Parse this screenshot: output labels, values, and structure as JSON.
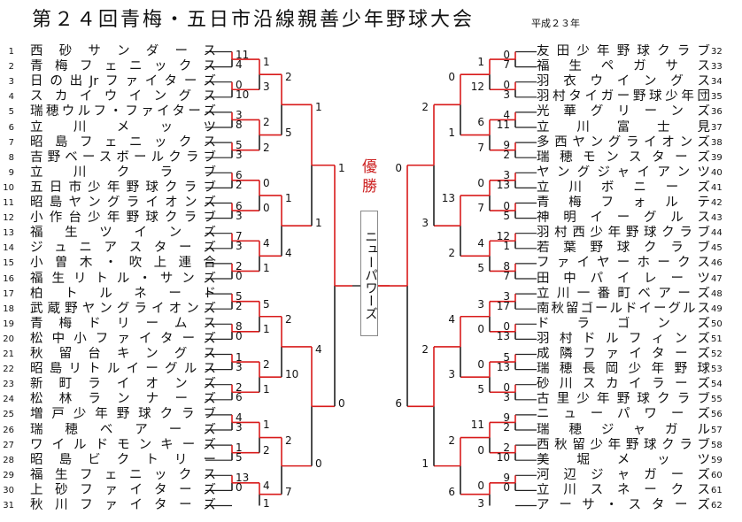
{
  "header": {
    "title": "第２４回青梅・五日市沿線親善少年野球大会",
    "year": "平成２３年"
  },
  "final": {
    "winner_label": "優勝",
    "champion": "ニューパワーズ"
  },
  "left_teams": [
    {
      "no": "1",
      "name": "西砂サンダース"
    },
    {
      "no": "2",
      "name": "青梅フェニックス"
    },
    {
      "no": "3",
      "name": "日の出Jrファイターズ"
    },
    {
      "no": "4",
      "name": "スカイウイングス"
    },
    {
      "no": "5",
      "name": "瑞穂ウルフ・ファイターズ"
    },
    {
      "no": "6",
      "name": "立川メッツ"
    },
    {
      "no": "7",
      "name": "昭島フェニックス"
    },
    {
      "no": "8",
      "name": "吉野ベースボールクラブ"
    },
    {
      "no": "9",
      "name": "立川クラブ"
    },
    {
      "no": "10",
      "name": "五日市少年野球クラブ"
    },
    {
      "no": "11",
      "name": "昭島ヤングライオンズ"
    },
    {
      "no": "12",
      "name": "小作台少年野球クラブ"
    },
    {
      "no": "13",
      "name": "福生ツインズ"
    },
    {
      "no": "14",
      "name": "ジュニアスターズ"
    },
    {
      "no": "15",
      "name": "小曽木・吹上連合"
    },
    {
      "no": "16",
      "name": "福生リトル・サンズ"
    },
    {
      "no": "17",
      "name": "柏トルネード"
    },
    {
      "no": "18",
      "name": "武蔵野ヤングライオンズ"
    },
    {
      "no": "19",
      "name": "青梅ドリームス"
    },
    {
      "no": "20",
      "name": "松中小ファイターズ"
    },
    {
      "no": "21",
      "name": "秋留台キングス"
    },
    {
      "no": "22",
      "name": "昭島リトルイーグルス"
    },
    {
      "no": "23",
      "name": "新町ライオンズ"
    },
    {
      "no": "24",
      "name": "松林ランナーズ"
    },
    {
      "no": "25",
      "name": "増戸少年野球クラブ"
    },
    {
      "no": "26",
      "name": "瑞穂ベアーズ"
    },
    {
      "no": "27",
      "name": "ワイルドモンキーズ"
    },
    {
      "no": "28",
      "name": "昭島ビクトリー"
    },
    {
      "no": "29",
      "name": "福生フェニックス"
    },
    {
      "no": "30",
      "name": "上砂ファイターズ"
    },
    {
      "no": "31",
      "name": "秋川ファイターズ"
    }
  ],
  "right_teams": [
    {
      "no": "32",
      "name": "友田少年野球クラブ"
    },
    {
      "no": "33",
      "name": "福生ペガサス"
    },
    {
      "no": "34",
      "name": "羽衣ウイングス"
    },
    {
      "no": "35",
      "name": "羽村タイガー野球少年団"
    },
    {
      "no": "36",
      "name": "光華グリーンズ"
    },
    {
      "no": "37",
      "name": "立川富士見"
    },
    {
      "no": "38",
      "name": "多西ヤングライオンズ"
    },
    {
      "no": "39",
      "name": "瑞穂モンスターズ"
    },
    {
      "no": "40",
      "name": "ヤングジャイアンツ"
    },
    {
      "no": "41",
      "name": "立川ボニーズ"
    },
    {
      "no": "42",
      "name": "青梅フォルテ"
    },
    {
      "no": "43",
      "name": "神明イーグルス"
    },
    {
      "no": "44",
      "name": "羽村西少年野球クラブ"
    },
    {
      "no": "45",
      "name": "若葉野球クラブ"
    },
    {
      "no": "46",
      "name": "ファイヤーホークス"
    },
    {
      "no": "47",
      "name": "田中パイレーツ"
    },
    {
      "no": "48",
      "name": "立川一番町ベアーズ"
    },
    {
      "no": "49",
      "name": "南秋留ゴールドイーグルス"
    },
    {
      "no": "50",
      "name": "ドラゴンズ"
    },
    {
      "no": "51",
      "name": "羽村ドルフィンズ"
    },
    {
      "no": "52",
      "name": "成隣ファイターズ"
    },
    {
      "no": "53",
      "name": "瑞穂長岡少年野球"
    },
    {
      "no": "54",
      "name": "砂川スカイラーズ"
    },
    {
      "no": "55",
      "name": "古里少年野球クラブ"
    },
    {
      "no": "56",
      "name": "ニューパワーズ"
    },
    {
      "no": "57",
      "name": "瑞穂ジャガル"
    },
    {
      "no": "58",
      "name": "西秋留少年野球クラブ"
    },
    {
      "no": "59",
      "name": "美堀メッツ"
    },
    {
      "no": "60",
      "name": "河辺ジャガーズ"
    },
    {
      "no": "61",
      "name": "立川スネークス"
    },
    {
      "no": "62",
      "name": "アーサ・スターズ"
    }
  ],
  "left_scores": {
    "r1": [
      "11",
      "4",
      "0",
      "10",
      "3",
      "8",
      "5",
      "3",
      "6",
      "2",
      "6",
      "3",
      "7",
      "3",
      "2",
      "0",
      "5",
      "2",
      "8",
      "0",
      "1",
      "3",
      "2",
      "6",
      "4",
      "3",
      "1",
      "5",
      "13",
      "0"
    ],
    "r2": [
      "1",
      "3",
      "2",
      "2",
      "0",
      "0",
      "4",
      "1",
      "5",
      "1",
      "2",
      "1",
      "1",
      "2",
      "4",
      "1"
    ],
    "r3": [
      "2",
      "5",
      "1",
      "4",
      "2",
      "10",
      "2",
      "7"
    ],
    "r4": [
      "1",
      "1",
      "4",
      "0"
    ],
    "r5": [
      "1",
      "0"
    ]
  },
  "right_scores": {
    "r1": [
      "0",
      "7",
      "0",
      "3",
      "4",
      "11",
      "9",
      "2",
      "3",
      "13",
      "0",
      "5",
      "12",
      "1",
      "8",
      "7",
      "3",
      "17",
      "0",
      "13",
      "5",
      "13",
      "0",
      "3",
      "9",
      "2",
      "2",
      "10",
      "9",
      "0"
    ],
    "r2": [
      "1",
      "12",
      "6",
      "7",
      "0",
      "7",
      "4",
      "5",
      "3",
      "0",
      "0",
      "5",
      "11",
      "0",
      "0",
      "3"
    ],
    "r3": [
      "0",
      "1",
      "13",
      "2",
      "4",
      "3",
      "2",
      "6"
    ],
    "r4": [
      "2",
      "3",
      "2",
      "1"
    ],
    "r5": [
      "0",
      "6"
    ]
  }
}
